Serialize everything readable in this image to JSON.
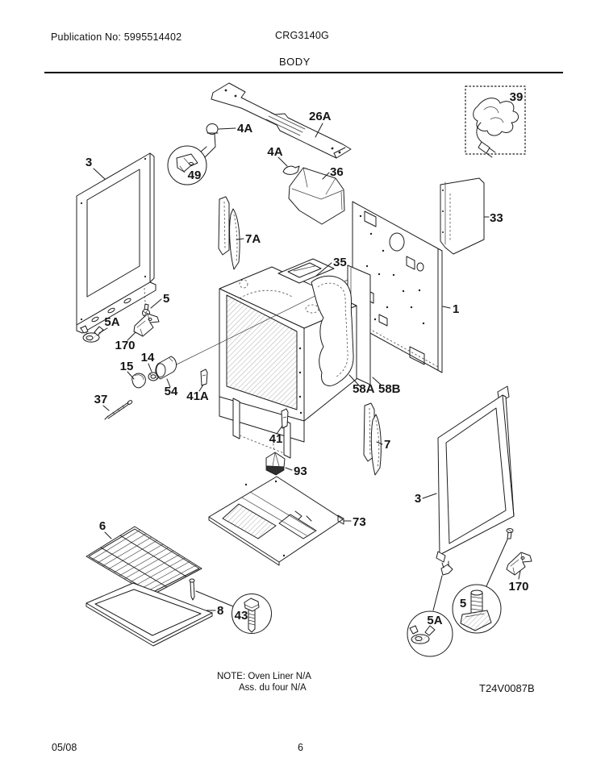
{
  "header": {
    "publication": "Publication No: 5995514402",
    "model": "CRG3140G",
    "section": "BODY"
  },
  "note": {
    "line1": "NOTE: Oven Liner N/A",
    "line2": "Ass. du four N/A"
  },
  "diagram_code": "T24V0087B",
  "footer": {
    "date": "05/08",
    "page": "6"
  },
  "callouts": {
    "brace_26a": "26A",
    "clip_4a_left": "4A",
    "detail_49": "49",
    "clip_4a_mid": "4A",
    "duct_36": "36",
    "harness_39": "39",
    "panel_33": "33",
    "panel_3_left": "3",
    "bracket_7a": "7A",
    "plate_35": "35",
    "back_panel_1": "1",
    "screw_5_left": "5",
    "foot_5a_left": "5A",
    "bracket_170_left": "170",
    "nut_14": "14",
    "cap_15": "15",
    "cyl_54": "54",
    "rod_37": "37",
    "clip_41a": "41A",
    "ins_58a": "58A",
    "ins_58b": "58B",
    "clip_41": "41",
    "bracket_7": "7",
    "panel_3_right": "3",
    "wedge_93": "93",
    "panel_73": "73",
    "rack_6": "6",
    "pan_8": "8",
    "bolt_43": "43",
    "foot_5a_right": "5A",
    "leg_5_right": "5",
    "bracket_170_right": "170"
  }
}
